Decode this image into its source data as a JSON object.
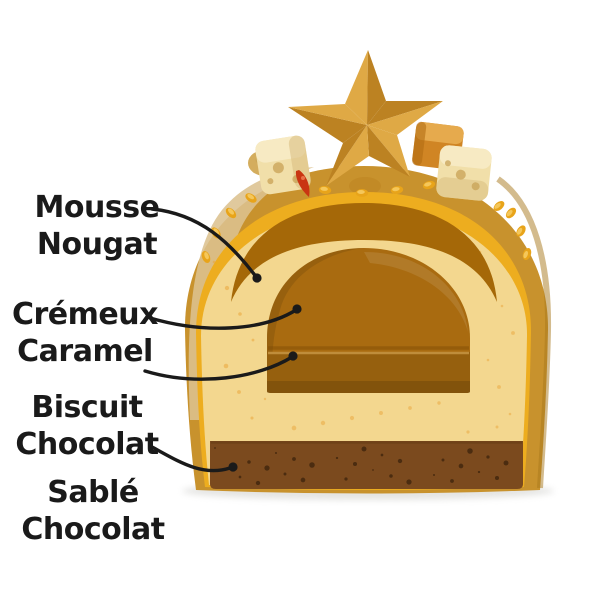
{
  "figure": {
    "kind": "annotated pastry cross-section",
    "background": "#ffffff"
  },
  "labels": [
    {
      "line1": "Mousse",
      "line2": "Nougat",
      "target": "nougat-mousse-layer"
    },
    {
      "line1": "Crémeux",
      "line2": "Caramel",
      "target": "caramel-cremeux-insert"
    },
    {
      "line1": "Biscuit",
      "line2": "Chocolat",
      "target": "chocolate-biscuit-band"
    },
    {
      "line1": "Sablé",
      "line2": "Chocolat",
      "target": "chocolate-sable-base"
    }
  ],
  "palette": {
    "bg": "#ffffff",
    "line_color": "#1a1a1a",
    "glaze_gold": "#c8922d",
    "glaze_dark": "#a9781c",
    "glaze_beige": "#dcc190",
    "rim_bright": "#edad1f",
    "crescent_amber": "#a56808",
    "mousse_cream": "#f3d78f",
    "speckle_orange": "#e9a63c",
    "cremeux_caramel": "#a96b10",
    "biscuit_brown": "#96600e",
    "sable_brown": "#7b4a1e",
    "sable_speckle": "#38200a",
    "star_light": "#dfa945",
    "star_dark": "#bc8222",
    "nougat_cream": "#f1dfa9",
    "nougat_hole": "#c8a256",
    "caramel_candy": "#d08524",
    "fruit_red": "#c93512",
    "gold_dot": "#e8a41a"
  }
}
